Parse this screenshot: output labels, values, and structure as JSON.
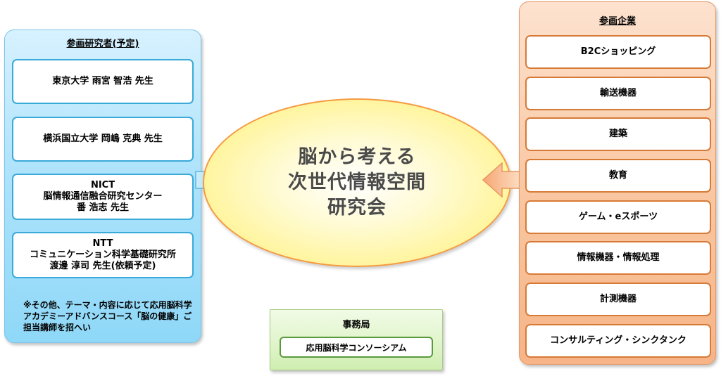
{
  "left_panel": {
    "title": "参画研究者(予定)",
    "boxes": [
      {
        "lines": [
          "東京大学 雨宮 智浩 先生"
        ]
      },
      {
        "lines": [
          "横浜国立大学 岡嶋 克典 先生"
        ]
      },
      {
        "lines": [
          "NICT",
          "脳情報通信融合研究センター",
          "番 浩志 先生"
        ]
      },
      {
        "lines": [
          "NTT",
          "コミュニケーション科学基礎研究所",
          "渡邊 淳司 先生(依頼予定)"
        ]
      }
    ],
    "note": "※その他、テーマ・内容に応じて応用脳科学アカデミーアドバンスコース「脳の健康」ご担当講師を招へい"
  },
  "center": {
    "lines": [
      "脳から考える",
      "次世代情報空間",
      "研究会"
    ]
  },
  "right_panel": {
    "title": "参画企業",
    "items": [
      "B2Cショッピング",
      "輸送機器",
      "建築",
      "教育",
      "ゲーム・eスポーツ",
      "情報機器・情報処理",
      "計測機器",
      "コンサルティング・シンクタンク"
    ]
  },
  "office": {
    "title": "事務局",
    "name": "応用脳科学コンソーシアム"
  },
  "colors": {
    "left_accent": "#3aaad9",
    "right_accent": "#d77a37",
    "center_border": "#f59b42",
    "office_accent": "#5a9a3c"
  }
}
